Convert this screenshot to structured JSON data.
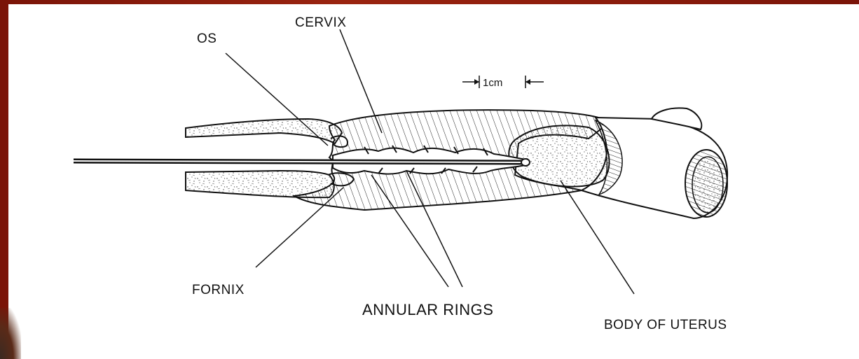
{
  "labels": {
    "os": "OS",
    "cervix": "CERVIX",
    "scale": "1cm",
    "fornix": "FORNIX",
    "annular_rings": "ANNULAR RINGS",
    "body_of_uterus": "BODY OF UTERUS"
  },
  "colors": {
    "frame": "#8a1a0c",
    "panel": "#ffffff",
    "ink": "#111111"
  }
}
